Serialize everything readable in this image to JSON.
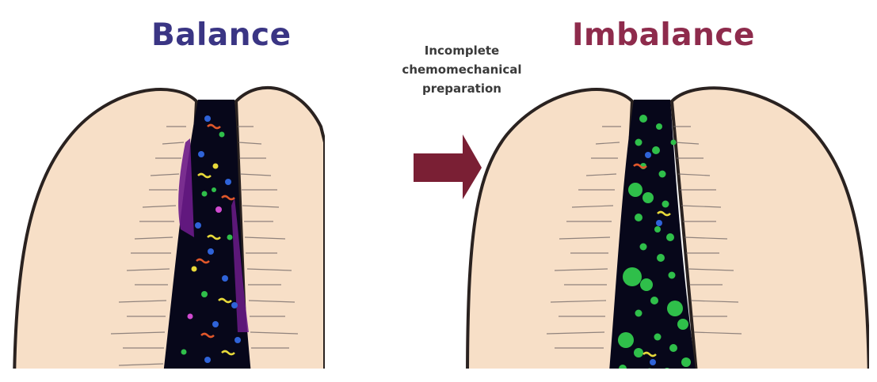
{
  "labels": {
    "left_title": "Balance",
    "caption_lines": [
      "Incomplete",
      "chemomechanical",
      "preparation"
    ],
    "right_title": "Imbalance"
  },
  "colors": {
    "left_title": "#3a3584",
    "right_title": "#8e2b4c",
    "dentin": "#f7dfc7",
    "canal": "#07071a",
    "arrow": "#7a1f34",
    "green_bacteria": "#2fbf4a",
    "blue_bacteria": "#2f63d8",
    "purple_zone": "#6b1b8a"
  }
}
